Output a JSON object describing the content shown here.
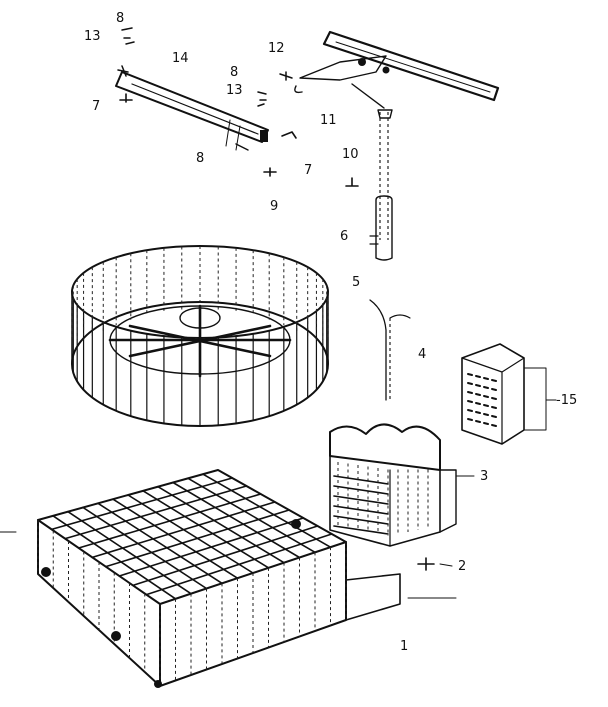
{
  "callouts": [
    {
      "id": "8a",
      "text": "8"
    },
    {
      "id": "13a",
      "text": "13"
    },
    {
      "id": "14",
      "text": "14"
    },
    {
      "id": "12",
      "text": "12"
    },
    {
      "id": "8b",
      "text": "8"
    },
    {
      "id": "13b",
      "text": "13"
    },
    {
      "id": "7a",
      "text": "7"
    },
    {
      "id": "11",
      "text": "11"
    },
    {
      "id": "8c",
      "text": "8"
    },
    {
      "id": "10",
      "text": "10"
    },
    {
      "id": "7b",
      "text": "7"
    },
    {
      "id": "9",
      "text": "9"
    },
    {
      "id": "6",
      "text": "6"
    },
    {
      "id": "5",
      "text": "5"
    },
    {
      "id": "4",
      "text": "4"
    },
    {
      "id": "15",
      "text": "-15"
    },
    {
      "id": "3",
      "text": "3"
    },
    {
      "id": "2",
      "text": "2"
    },
    {
      "id": "1",
      "text": "1"
    }
  ]
}
